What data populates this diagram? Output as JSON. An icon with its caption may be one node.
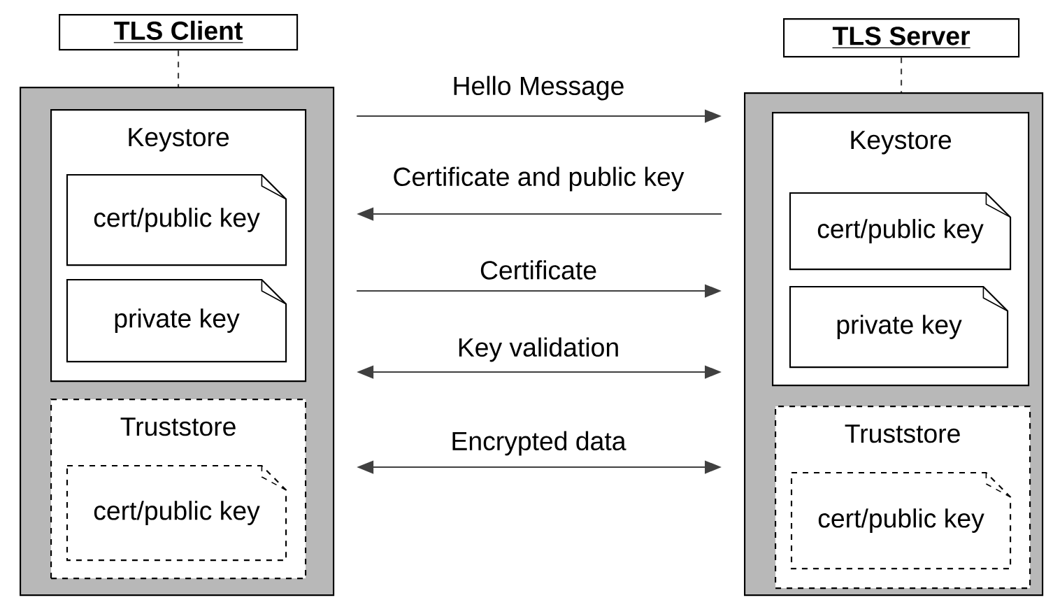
{
  "diagram": {
    "nodes": [
      {
        "text": [
          "TLS Client"
        ]
      },
      {
        "text": [],
        "shape": "box"
      },
      {
        "text": [
          "Keystore"
        ],
        "in": 1
      },
      {
        "text": [
          "cert/public key"
        ],
        "in": 2
      },
      {
        "text": [
          "private key"
        ],
        "in": 2
      },
      {
        "text": [
          "Truststore"
        ],
        "in": 1
      },
      {
        "text": [
          "cert/public key"
        ],
        "in": 5
      },
      {
        "text": [
          "TLS Server"
        ]
      },
      {
        "text": [],
        "shape": "box"
      },
      {
        "text": [
          "Keystore"
        ],
        "in": 8
      },
      {
        "text": [
          "cert/public key"
        ],
        "in": 9
      },
      {
        "text": [
          "private key"
        ],
        "in": 9
      },
      {
        "text": [
          "Truststore"
        ],
        "in": 8
      },
      {
        "text": [
          "cert/public key"
        ],
        "in": 12
      }
    ],
    "edges": [
      {
        "from": 0,
        "to": 1,
        "arrow": "none",
        "style": "dashed"
      },
      {
        "from": 7,
        "to": 8,
        "arrow": "none",
        "style": "dashed"
      },
      {
        "from": 1,
        "to": 8,
        "arrow": "to",
        "label": "Hello Message"
      },
      {
        "from": 8,
        "to": 1,
        "arrow": "to",
        "label": "Certificate and public key"
      },
      {
        "from": 1,
        "to": 8,
        "arrow": "to",
        "label": "Certificate"
      },
      {
        "from": 1,
        "to": 8,
        "arrow": "both",
        "label": "Key validation"
      },
      {
        "from": 1,
        "to": 8,
        "arrow": "both",
        "label": "Encrypted data"
      }
    ]
  }
}
